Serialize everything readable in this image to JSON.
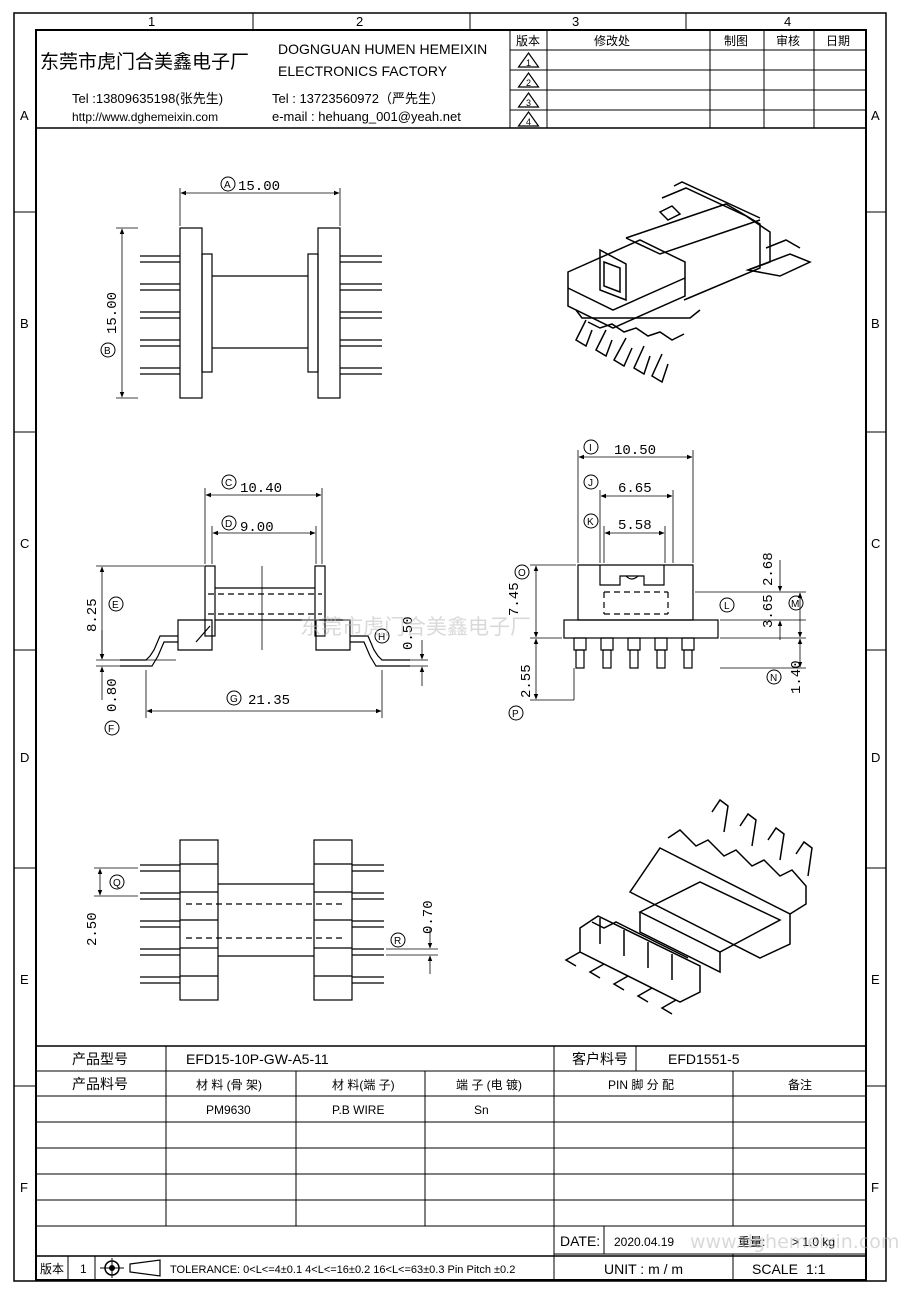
{
  "border": {
    "columns": [
      "1",
      "2",
      "3",
      "4"
    ],
    "rows": [
      "A",
      "B",
      "C",
      "D",
      "E",
      "F"
    ]
  },
  "header": {
    "company_cn": "东莞市虎门合美鑫电子厂",
    "company_en_line1": "DOGNGUAN HUMEN HEMEIXIN",
    "company_en_line2": "ELECTRONICS FACTORY",
    "tel1": "Tel :13809635198(张先生)",
    "tel2": "Tel : 13723560972（严先生）",
    "website": "http://www.dghemeixin.com",
    "email": "e-mail : hehuang_001@yeah.net"
  },
  "revision_table": {
    "col_version": "版本",
    "col_change": "修改处",
    "col_drawn": "制图",
    "col_check": "审核",
    "col_date": "日期",
    "revisions": [
      "1",
      "2",
      "3",
      "4"
    ]
  },
  "dimensions": {
    "A": {
      "tag": "A",
      "value": "15.00"
    },
    "B": {
      "tag": "B",
      "value": "15.00"
    },
    "C": {
      "tag": "C",
      "value": "10.40"
    },
    "D": {
      "tag": "D",
      "value": "9.00"
    },
    "E": {
      "tag": "E",
      "value": "8.25"
    },
    "F": {
      "tag": "F",
      "value": "0.80"
    },
    "G": {
      "tag": "G",
      "value": "21.35"
    },
    "H": {
      "tag": "H",
      "value": "0.50"
    },
    "I": {
      "tag": "I",
      "value": "10.50"
    },
    "J": {
      "tag": "J",
      "value": "6.65"
    },
    "K": {
      "tag": "K",
      "value": "5.58"
    },
    "L": {
      "tag": "L",
      "value": "2.68"
    },
    "M": {
      "tag": "M",
      "value": "3.65"
    },
    "N": {
      "tag": "N",
      "value": "1.40"
    },
    "O": {
      "tag": "O",
      "value": "7.45"
    },
    "P": {
      "tag": "P",
      "value": "2.55"
    },
    "Q": {
      "tag": "Q",
      "value": "2.50"
    },
    "R": {
      "tag": "R",
      "value": "0.70"
    }
  },
  "watermark": {
    "center": "东莞市虎门合美鑫电子厂",
    "corner": "www.dghemeixin.com"
  },
  "title_block": {
    "model_label": "产品型号",
    "model_value": "EFD15-10P-GW-A5-11",
    "customer_pn_label": "客户料号",
    "customer_pn_value": "EFD1551-5",
    "product_pn_label": "产品料号",
    "material_bobbin_label": "材 料 (骨 架)",
    "material_pin_label": "材 料(端 子)",
    "pin_plating_label": "端 子 (电 镀)",
    "pin_assign_label": "PIN 脚 分 配",
    "remark_label": "备注",
    "material_bobbin_value": "PM9630",
    "material_pin_value": "P.B WIRE",
    "pin_plating_value": "Sn",
    "date_label": "DATE:",
    "date_value": "2020.04.19",
    "weight_label": "重量:",
    "weight_value": "> 1.0 kg",
    "unit_label": "UNIT : m / m",
    "scale_label": "SCALE",
    "scale_value": "1:1",
    "version_label": "版本",
    "version_value": "1",
    "tolerance": "TOLERANCE:  0<L<=4±0.1  4<L<=16±0.2  16<L<=63±0.3  Pin Pitch  ±0.2"
  }
}
